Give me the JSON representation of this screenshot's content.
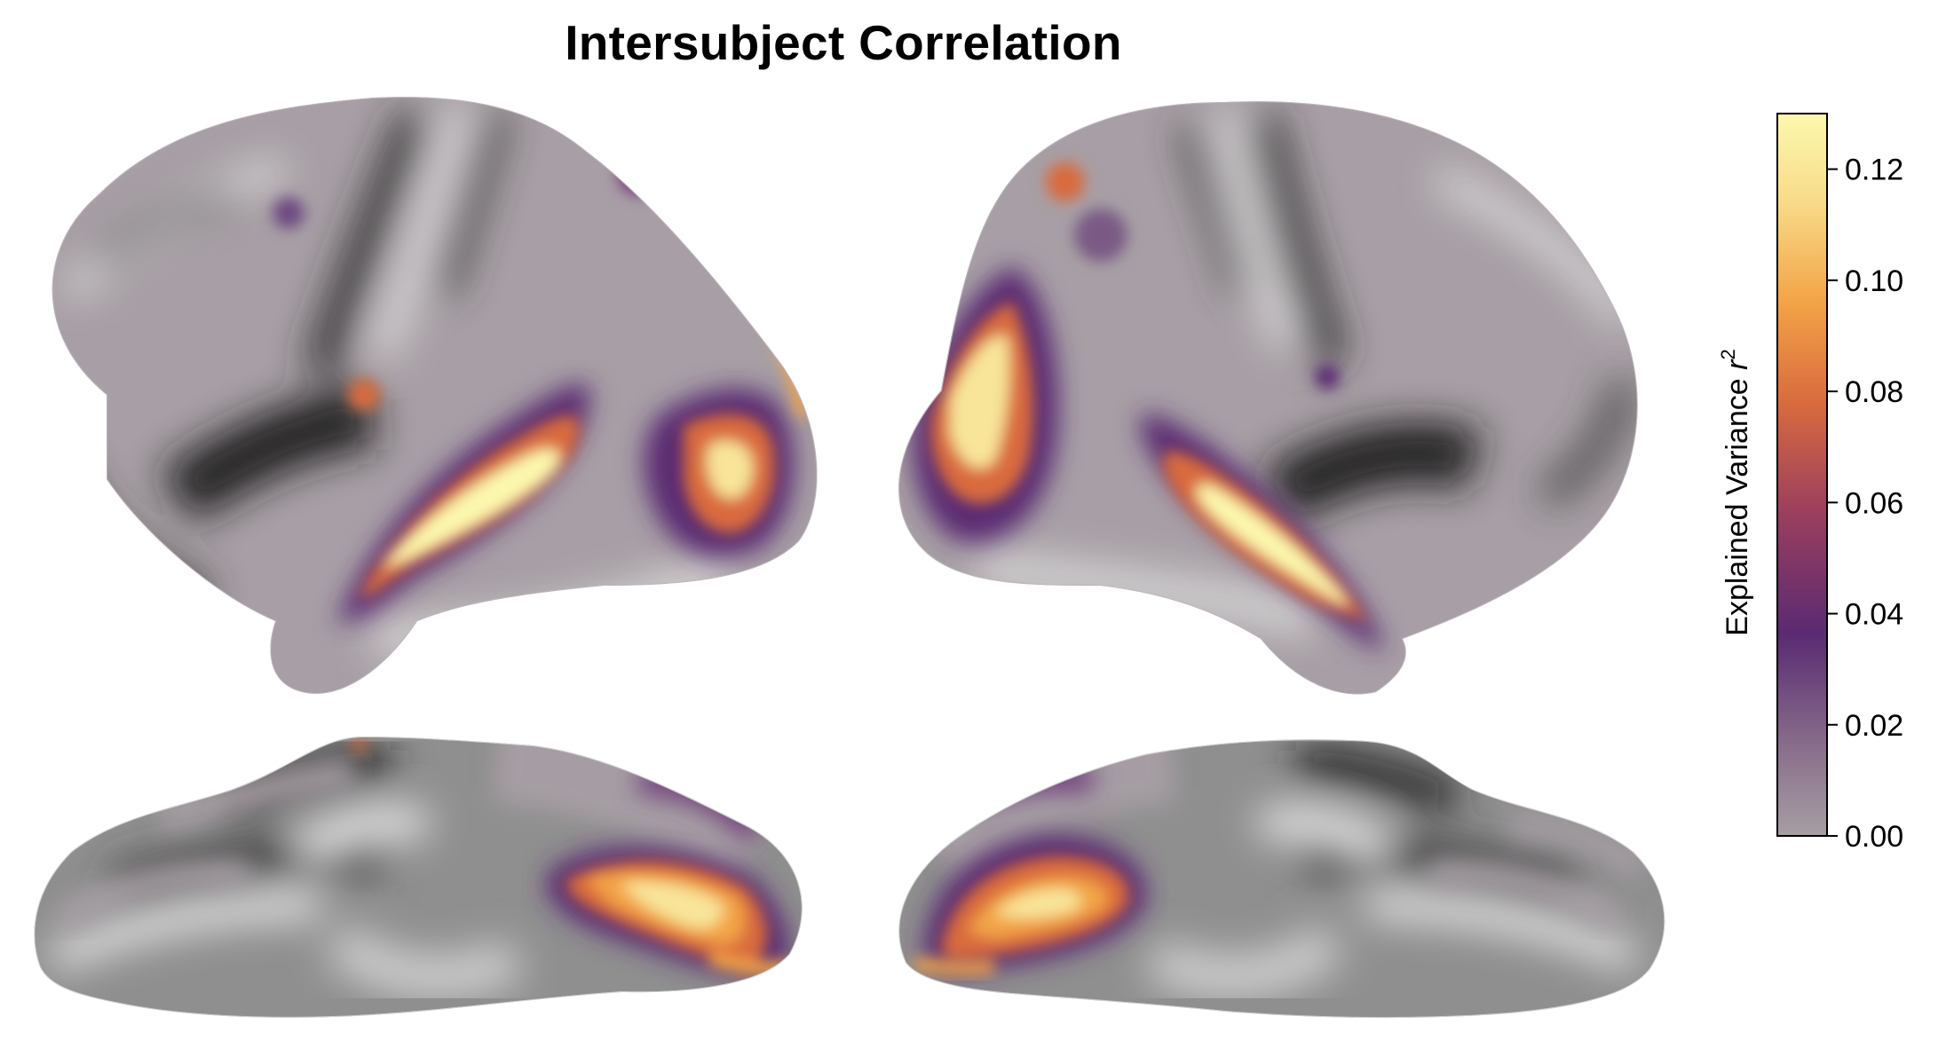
{
  "figure": {
    "title": "Intersubject Correlation",
    "panels": [
      "left-hemisphere-lateral",
      "right-hemisphere-lateral",
      "left-hemisphere-medial",
      "right-hemisphere-medial"
    ]
  },
  "colorbar": {
    "label_text": "Explained Variance ",
    "label_var": "r",
    "label_sup": "2",
    "min": 0.0,
    "max": 0.13,
    "ticks": [
      0.0,
      0.02,
      0.04,
      0.06,
      0.08,
      0.1,
      0.12
    ],
    "tick_labels": [
      "0.00",
      "0.02",
      "0.04",
      "0.06",
      "0.08",
      "0.10",
      "0.12"
    ],
    "colormap": [
      "#a69fa4",
      "#8a6f8c",
      "#5a2a72",
      "#9c3f5e",
      "#d96b3e",
      "#f3a447",
      "#f8dc8a",
      "#fcf8ae"
    ]
  },
  "colors": {
    "cortex_base": "#a79fa5",
    "sulcus_dark": "#2e2e2e",
    "gyrus_light": "#eeeeee",
    "activation_low": "#5a2a72",
    "activation_mid": "#d96b3e",
    "activation_high": "#fcf8ae"
  }
}
